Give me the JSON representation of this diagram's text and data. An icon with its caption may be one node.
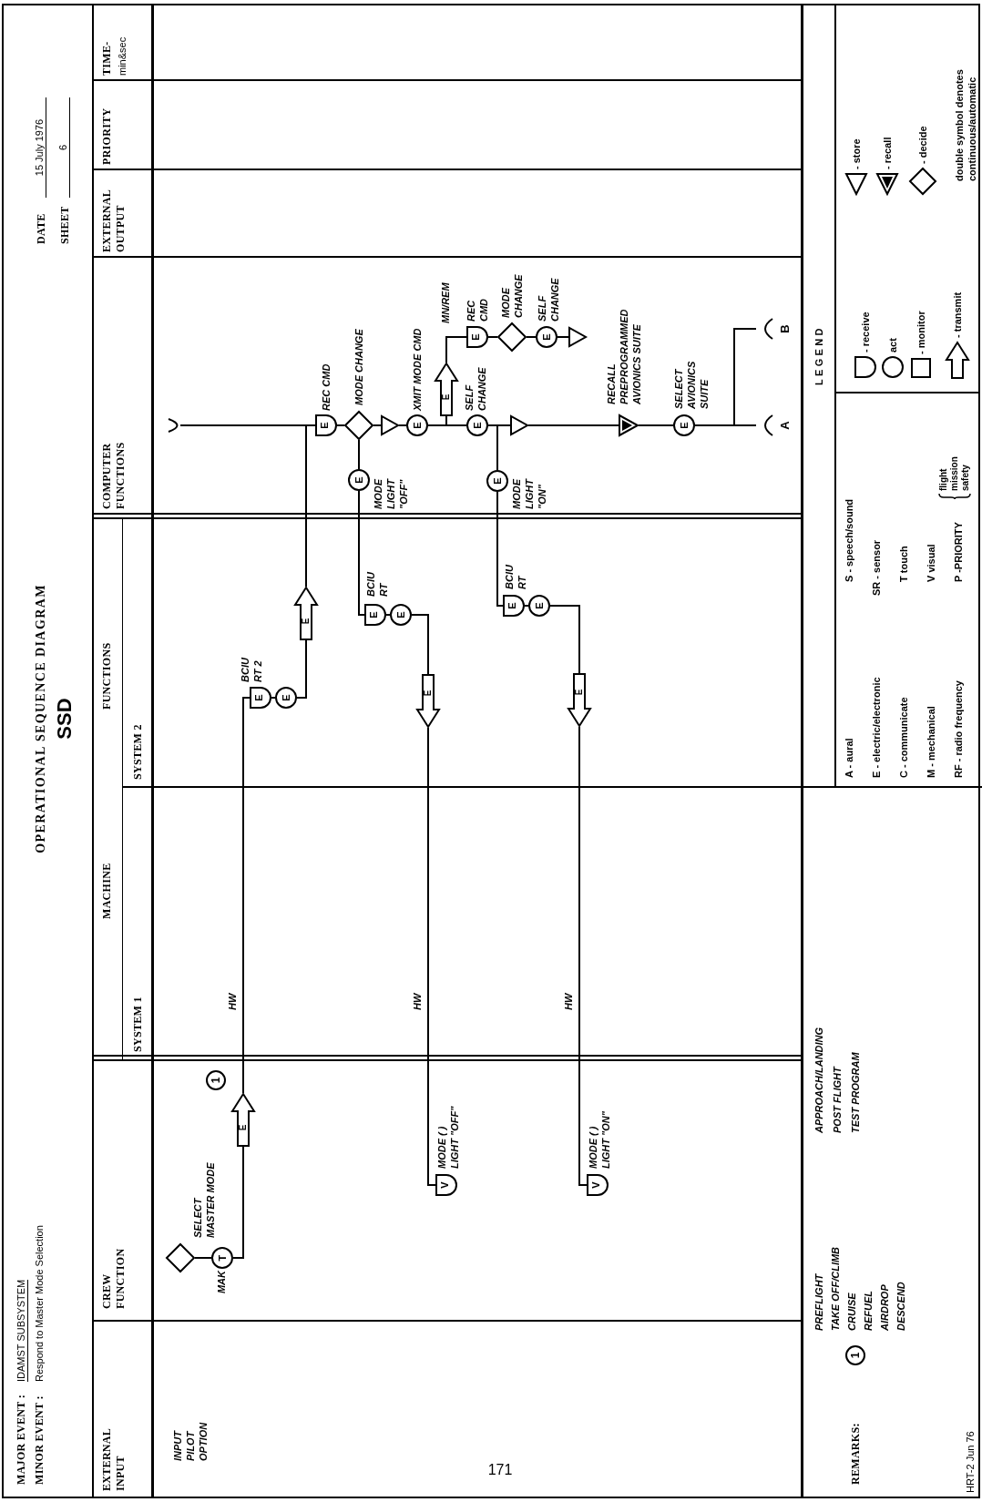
{
  "diagram": {
    "title": "OPERATIONAL SEQUENCE DIAGRAM",
    "nodes": [
      {
        "text": [],
        "shape": "diamond"
      },
      {
        "text": [
          "T"
        ],
        "beside": [
          "MAK",
          "SELECT MASTER MODE"
        ]
      },
      {
        "text": [
          "E"
        ]
      },
      {
        "text": [
          "E"
        ],
        "beside": [
          "BCIU RT 2"
        ]
      },
      {
        "text": [
          "E"
        ]
      },
      {
        "text": [
          "E"
        ]
      },
      {
        "text": [
          "E"
        ],
        "beside": [
          "REC CMD"
        ]
      },
      {
        "text": [],
        "shape": "diamond",
        "beside": [
          "MODE CHANGE"
        ]
      },
      {
        "text": [],
        "shape": "triangle"
      },
      {
        "text": [
          "E"
        ],
        "beside": [
          "XMIT MODE CMD"
        ]
      },
      {
        "text": [
          "E"
        ]
      },
      {
        "text": [
          "E"
        ],
        "beside": [
          "REC CMD"
        ]
      },
      {
        "text": [],
        "shape": "diamond",
        "beside": [
          "MODE CHANGE"
        ]
      },
      {
        "text": [
          "E"
        ],
        "beside": [
          "SELF CHANGE"
        ]
      },
      {
        "text": [],
        "shape": "triangle"
      },
      {
        "text": [
          "E"
        ],
        "beside": [
          "SELF CHANGE"
        ]
      },
      {
        "text": [],
        "shape": "triangle"
      },
      {
        "text": [],
        "shape": "triangle",
        "beside": [
          "RECALL PREPROGRAMMED AVIONICS SUITE"
        ]
      },
      {
        "text": [
          "E"
        ],
        "beside": [
          "SELECT AVIONICS SUITE"
        ]
      },
      {
        "text": [
          "A"
        ]
      },
      {
        "text": [
          "B"
        ]
      },
      {
        "text": [],
        "shape": "bracket"
      },
      {
        "text": [
          "E"
        ],
        "beside": [
          "MODE LIGHT \"OFF\""
        ]
      },
      {
        "text": [
          "E"
        ],
        "beside": [
          "BCIU RT"
        ]
      },
      {
        "text": [
          "E"
        ]
      },
      {
        "text": [
          "E"
        ]
      },
      {
        "text": [
          "V"
        ],
        "beside": [
          "MODE ( ) LIGHT \"OFF\""
        ]
      },
      {
        "text": [
          "E"
        ],
        "beside": [
          "MODE LIGHT \"ON\""
        ]
      },
      {
        "text": [
          "E"
        ],
        "beside": [
          "BCIU RT"
        ]
      },
      {
        "text": [
          "E"
        ]
      },
      {
        "text": [
          "E"
        ]
      },
      {
        "text": [
          "V"
        ],
        "beside": [
          "MODE ( ) LIGHT \"ON\""
        ]
      }
    ],
    "edges": [
      {
        "from": 0,
        "to": 1,
        "arrow": "none"
      },
      {
        "from": 1,
        "to": 2,
        "arrow": "none"
      },
      {
        "from": 2,
        "to": 3,
        "arrow": "none",
        "label": "HW"
      },
      {
        "from": 3,
        "to": 4,
        "arrow": "none"
      },
      {
        "from": 4,
        "to": 5,
        "arrow": "none"
      },
      {
        "from": 5,
        "to": 6,
        "arrow": "none"
      },
      {
        "from": 21,
        "to": 6,
        "arrow": "none"
      },
      {
        "from": 6,
        "to": 7,
        "arrow": "none"
      },
      {
        "from": 7,
        "to": 8,
        "arrow": "none"
      },
      {
        "from": 8,
        "to": 9,
        "arrow": "none"
      },
      {
        "from": 9,
        "to": 15,
        "arrow": "none"
      },
      {
        "from": 9,
        "to": 10,
        "arrow": "none"
      },
      {
        "from": 10,
        "to": 11,
        "arrow": "none"
      },
      {
        "from": 11,
        "to": 12,
        "arrow": "none"
      },
      {
        "from": 12,
        "to": 13,
        "arrow": "none"
      },
      {
        "from": 13,
        "to": 14,
        "arrow": "none"
      },
      {
        "from": 15,
        "to": 16,
        "arrow": "none"
      },
      {
        "from": 15,
        "to": 27,
        "arrow": "none"
      },
      {
        "from": 16,
        "to": 17,
        "arrow": "none"
      },
      {
        "from": 17,
        "to": 18,
        "arrow": "none"
      },
      {
        "from": 18,
        "to": 19,
        "arrow": "none"
      },
      {
        "from": 18,
        "to": 20,
        "arrow": "none"
      },
      {
        "from": 7,
        "to": 22,
        "arrow": "none"
      },
      {
        "from": 22,
        "to": 23,
        "arrow": "none"
      },
      {
        "from": 23,
        "to": 24,
        "arrow": "none"
      },
      {
        "from": 24,
        "to": 25,
        "arrow": "none"
      },
      {
        "from": 25,
        "to": 26,
        "arrow": "none",
        "label": "HW"
      },
      {
        "from": 27,
        "to": 28,
        "arrow": "none"
      },
      {
        "from": 28,
        "to": 29,
        "arrow": "none"
      },
      {
        "from": 29,
        "to": 30,
        "arrow": "none"
      },
      {
        "from": 30,
        "to": 31,
        "arrow": "none",
        "label": "HW"
      }
    ],
    "labels": [
      "MAJOR EVENT :",
      "IDAMST SUBSYSTEM",
      "MINOR EVENT :",
      "Respond to Master Mode Selection",
      "SSD",
      "DATE",
      "15 July 1976",
      "SHEET",
      "6",
      "EXTERNAL INPUT",
      "CREW FUNCTION",
      "MACHINE",
      "FUNCTIONS",
      "SYSTEM 1",
      "SYSTEM 2",
      "COMPUTER FUNCTIONS",
      "EXTERNAL OUTPUT",
      "PRIORITY",
      "TIME-",
      "min&sec",
      "INPUT PILOT OPTION",
      "1",
      "171",
      "REMARKS:",
      "1",
      "PREFLIGHT",
      "TAKE OFF/CLIMB",
      "CRUISE",
      "REFUEL",
      "AIRDROP",
      "DESCEND",
      "APPROACH/LANDING",
      "POST FLIGHT",
      "TEST PROGRAM",
      "HRT-2 Jun 76",
      "LEGEND",
      "A - aural",
      "S - speech/sound",
      "E - electric/electronic",
      "SR - sensor",
      "C - communicate",
      "T touch",
      "M - mechanical",
      "V visual",
      "RF - radio frequency",
      "P -PRIORITY",
      "flight",
      "mission",
      "safety",
      "double symbol denotes continuous/automatic",
      "MN/REM"
    ],
    "legend": [
      {
        "text": "- receive"
      },
      {
        "text": "act"
      },
      {
        "text": "- monitor"
      },
      {
        "text": "- transmit"
      },
      {
        "text": "- store"
      },
      {
        "text": "- recall"
      },
      {
        "text": "- decide"
      }
    ]
  }
}
